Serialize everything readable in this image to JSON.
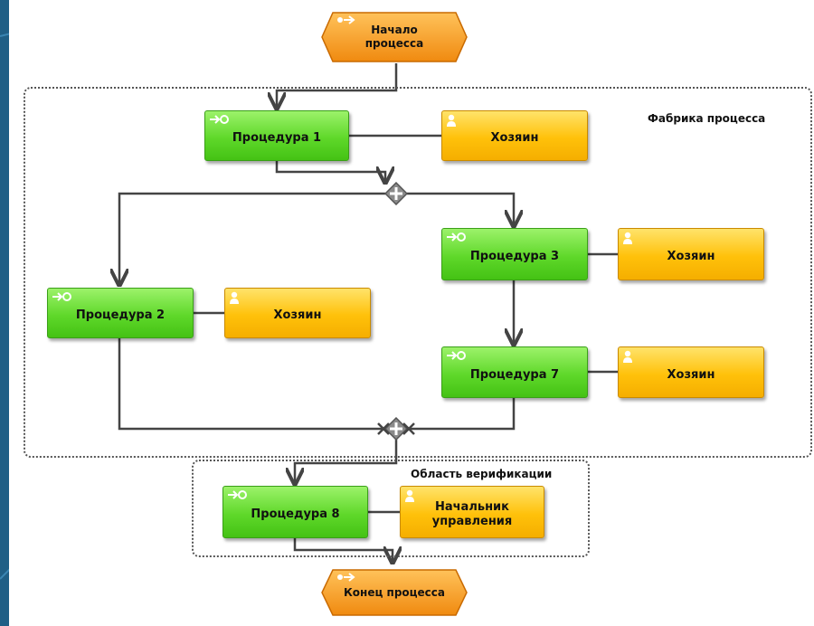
{
  "colors": {
    "background": "#1f5f86",
    "procedure": "#5fd82a",
    "owner": "#ffc10a",
    "event": "#f7941d",
    "connector": "#444444"
  },
  "events": {
    "start": "Начало\nпроцесса",
    "end": "Конец процесса"
  },
  "regions": {
    "factory": "Фабрика процесса",
    "verification": "Область верификации"
  },
  "procedures": {
    "p1": "Процедура 1",
    "p2": "Процедура 2",
    "p3": "Процедура 3",
    "p7": "Процедура 7",
    "p8": "Процедура 8"
  },
  "owners": {
    "o1": "Хозяин",
    "o2": "Хозяин",
    "o3": "Хозяин",
    "o7": "Хозяин",
    "o8": "Начальник\nуправления"
  },
  "icons": {
    "procedure": "process-arrow-icon",
    "owner": "person-icon",
    "event": "event-arrow-icon",
    "gateway_split": "and-split-icon",
    "gateway_join": "and-join-icon"
  }
}
